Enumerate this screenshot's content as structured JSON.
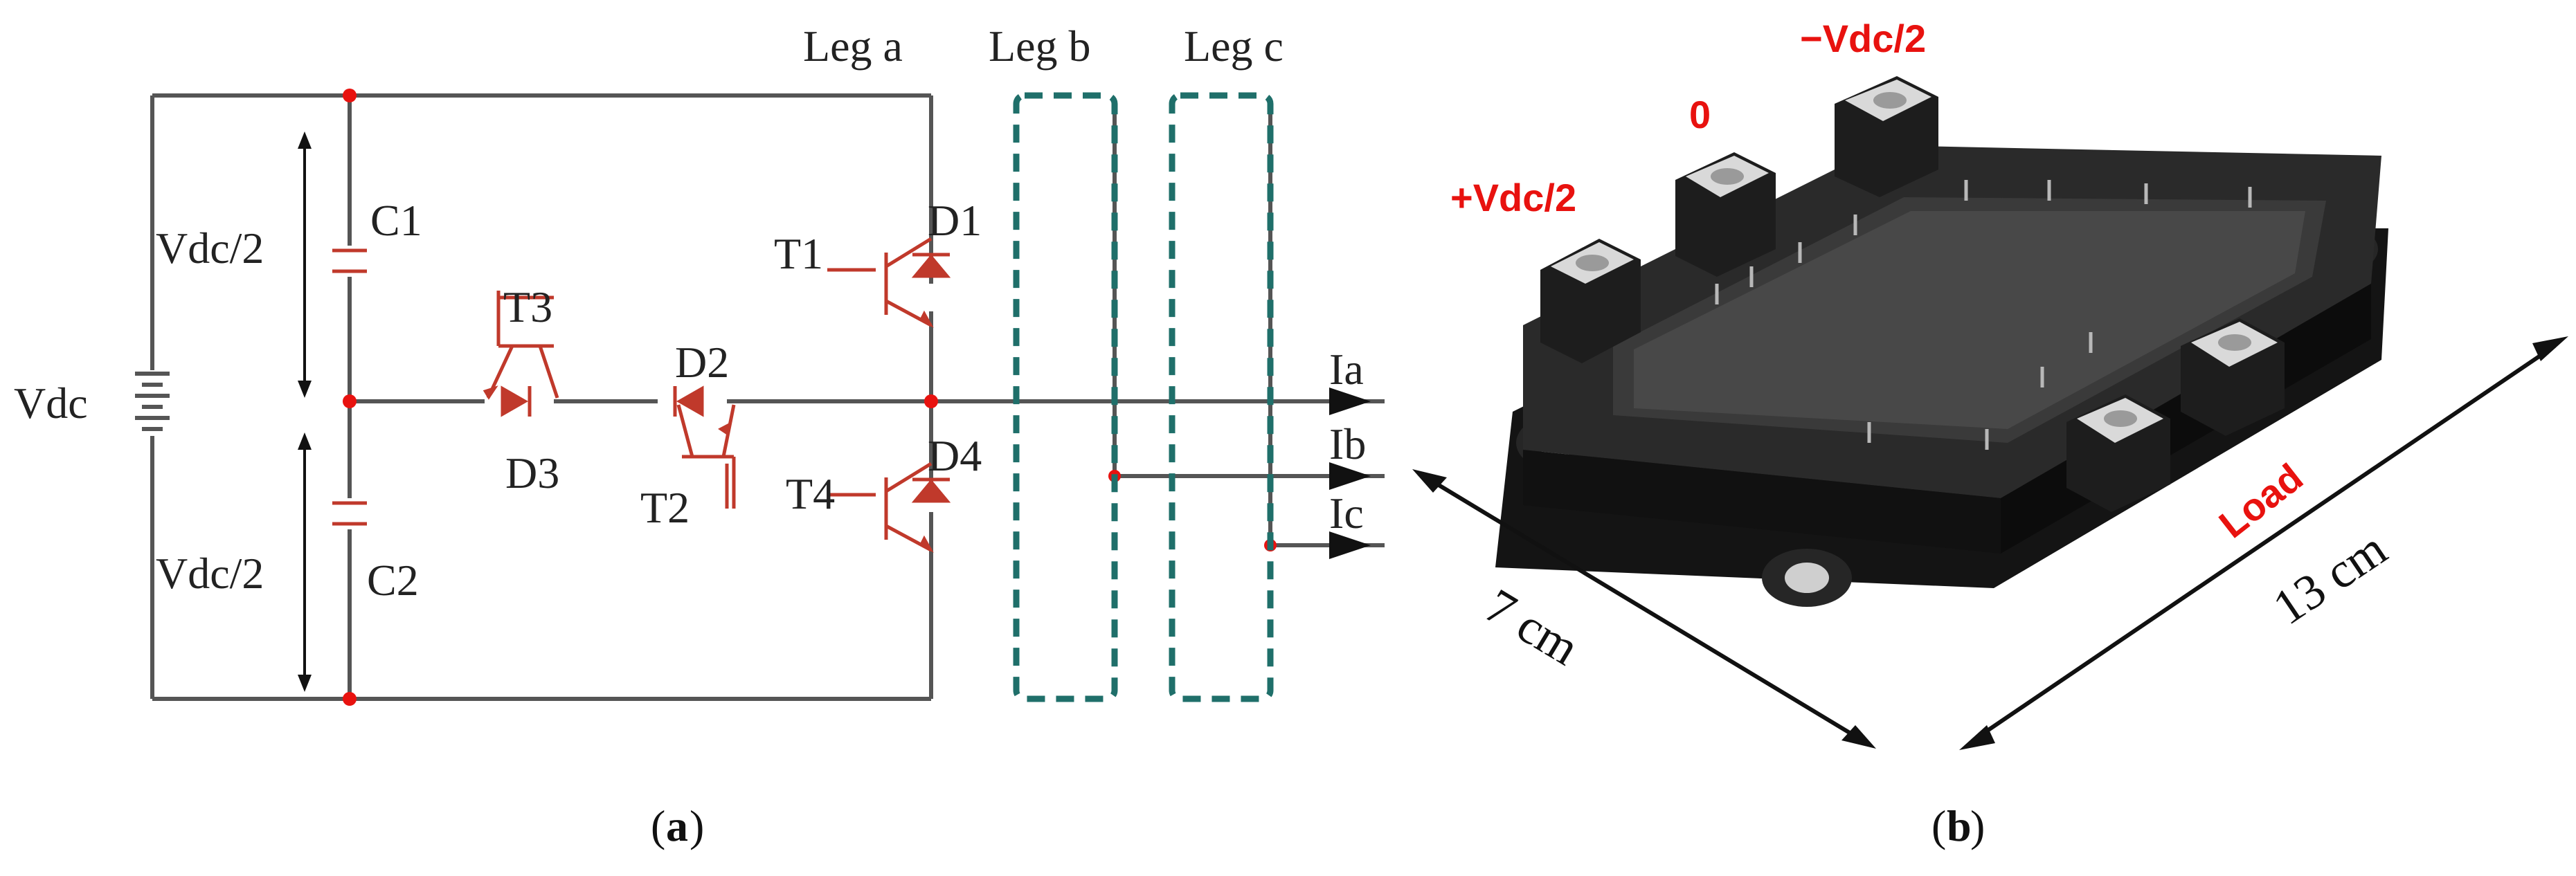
{
  "circuit": {
    "leg_labels": [
      "Leg a",
      "Leg b",
      "Leg c"
    ],
    "source_label": "Vdc",
    "half_voltage_top": "Vdc/2",
    "half_voltage_bottom": "Vdc/2",
    "capacitors": [
      "C1",
      "C2"
    ],
    "switches": [
      "T1",
      "T2",
      "T3",
      "T4"
    ],
    "diodes": [
      "D1",
      "D2",
      "D3",
      "D4"
    ],
    "outputs": [
      "Ia",
      "Ib",
      "Ic"
    ],
    "caption": "a",
    "colors": {
      "wire": "#555555",
      "component": "#c0392b",
      "node": "#e8120f",
      "leg_box": "#1f6f6a"
    }
  },
  "module": {
    "terminal_labels": [
      "+Vdc/2",
      "0",
      "−Vdc/2",
      "Load"
    ],
    "width_label": "7 cm",
    "length_label": "13 cm",
    "caption": "b",
    "colors": {
      "body": "#1a1a1a",
      "terminal_text": "#e8120f"
    }
  }
}
